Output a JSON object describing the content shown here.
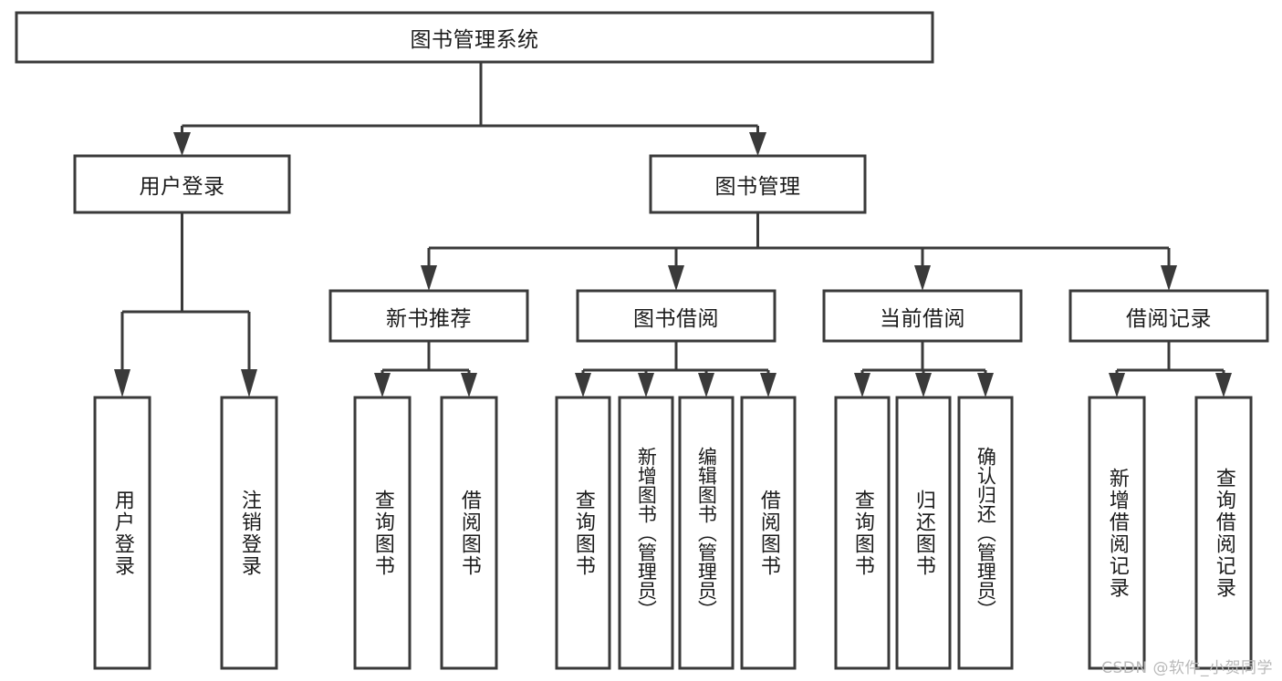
{
  "diagram": {
    "type": "tree-hierarchy",
    "title": "图书管理系统",
    "orientation": "top-down",
    "colors": {
      "box_stroke": "#3a3a3a",
      "box_fill": "#ffffff",
      "connector": "#3a3a3a",
      "text": "#1b1b1b",
      "watermark": "#b9b9b9",
      "background": "#ffffff"
    },
    "root": {
      "label": "图书管理系统"
    },
    "level2": [
      {
        "label": "用户登录"
      },
      {
        "label": "图书管理"
      }
    ],
    "level3": [
      {
        "label": "新书推荐"
      },
      {
        "label": "图书借阅"
      },
      {
        "label": "当前借阅"
      },
      {
        "label": "借阅记录"
      }
    ],
    "leaves": {
      "user_login": [
        {
          "label": "用户登录"
        },
        {
          "label": "注销登录"
        }
      ],
      "new_book_recommend": [
        {
          "label": "查询图书"
        },
        {
          "label": "借阅图书"
        }
      ],
      "book_borrow": [
        {
          "label": "查询图书"
        },
        {
          "label": "新增图书（管理员）"
        },
        {
          "label": "编辑图书（管理员）"
        },
        {
          "label": "借阅图书"
        }
      ],
      "current_borrow": [
        {
          "label": "查询图书"
        },
        {
          "label": "归还图书"
        },
        {
          "label": "确认归还（管理员）"
        }
      ],
      "borrow_records": [
        {
          "label": "新增借阅记录"
        },
        {
          "label": "查询借阅记录"
        }
      ]
    }
  },
  "watermark": {
    "text": "CSDN @软件_小贺同学"
  }
}
